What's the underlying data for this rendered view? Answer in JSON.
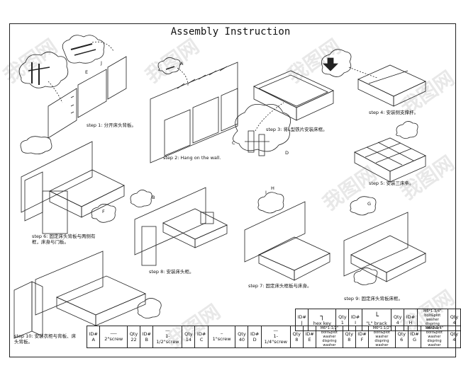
{
  "title": "Assembly Instruction",
  "watermark": "我图网",
  "steps": [
    {
      "text": "step 1: 分开床头背板。"
    },
    {
      "text": "step 2: Hang on the wall."
    },
    {
      "text": "step 3: 将L型铁片安装床框。"
    },
    {
      "text": "step 4: 安装侧支撑杆。"
    },
    {
      "text": "step 5: 安装三床条。"
    },
    {
      "text": "step 6: 固定床头背板与两侧有框，床身与门板。"
    },
    {
      "text": "step 7: 固定床头框板与床身。"
    },
    {
      "text": "step 8: 安装床头柜。"
    },
    {
      "text": "step 9: 固定床头背板床框。"
    },
    {
      "text": "step 10: 安装衣柜与背板、床头背板。"
    }
  ],
  "callouts": [
    "A",
    "B",
    "C",
    "D",
    "E",
    "F",
    "G",
    "H",
    "I",
    "J"
  ],
  "parts": {
    "header": {
      "id": "ID#",
      "qty": "Qty"
    },
    "top": [
      {
        "id": "J",
        "name": "hex key",
        "qty": "1"
      },
      {
        "id": "I",
        "name": "\"L\" brack",
        "qty": "4"
      },
      {
        "id": "H",
        "name": "bolt&plot washer",
        "name2": "dispring washer",
        "qty": "4",
        "spec": "M6*1-3/4\""
      }
    ],
    "bottom": [
      {
        "id": "A",
        "name": "2\"screw",
        "qty": "22"
      },
      {
        "id": "B",
        "name": "1-1/2\"screw",
        "qty": "14"
      },
      {
        "id": "C",
        "name": "1\"screw",
        "qty": "40"
      },
      {
        "id": "D",
        "name": "1-1/4\"screw",
        "qty": "8"
      },
      {
        "id": "E",
        "name": "bolt&plot washer",
        "name2": "dispring washer",
        "qty": "8",
        "spec": "M6*1-1/2\""
      },
      {
        "id": "F",
        "name": "bolt&plot washer",
        "name2": "dispring washer",
        "qty": "6",
        "spec": "M6*1-1/2\""
      },
      {
        "id": "G",
        "name": "bolt&plot washer",
        "name2": "dispring washer",
        "qty": "4",
        "spec": "M6*2-1/4\""
      }
    ]
  }
}
